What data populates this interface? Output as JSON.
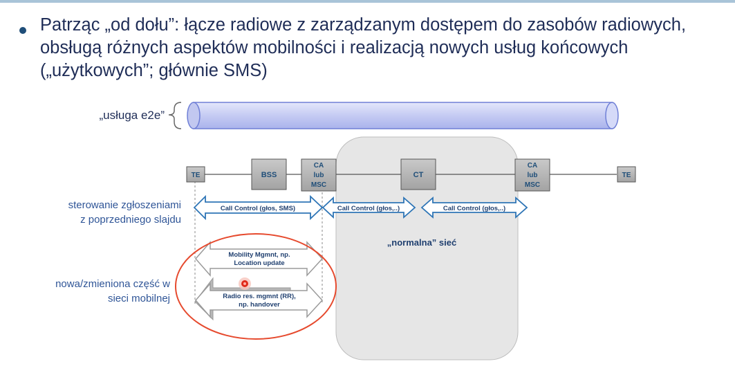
{
  "slide": {
    "bullet_text": "Patrząc „od dołu”: łącze radiowe z zarządzanym dostępem do zasobów radiowych, obsługą różnych aspektów mobilności i realizacją nowych usług końcowych („użytkowych”; głównie SMS)",
    "e2e_label": "„usługa e2e”",
    "call_control_label_line1": "sterowanie zgłoszeniami",
    "call_control_label_line2": "z poprzedniego slajdu",
    "mobile_part_label_line1": "nowa/zmieniona część w",
    "mobile_part_label_line2": "sieci mobilnej",
    "network_label": "„normalna” sieć"
  },
  "nodes": {
    "te_left": "TE",
    "bss": "BSS",
    "ca_left": [
      "CA",
      "lub",
      "MSC"
    ],
    "ct": "CT",
    "ca_right": [
      "CA",
      "lub",
      "MSC"
    ],
    "te_right": "TE"
  },
  "arrows": {
    "cc1": "Call Control (głos, SMS)",
    "cc2": "Call Control (głos,..)",
    "cc3": "Call Control (głos,..)",
    "mm_line1": "Mobility Mgmnt, np.",
    "mm_line2": "Location update",
    "rr_line1": "Radio res. mgmnt (RR),",
    "rr_line2": "np. handover"
  },
  "colors": {
    "title_text": "#1f2d57",
    "label_text": "#2f5597",
    "node_fill": "#b3b3b3",
    "node_text": "#1f4e79",
    "call_control_border": "#2e75b6",
    "tube_fill": "#c8cdf5",
    "network_cloud": "#e6e6e6",
    "highlight_ellipse": "#e64a2e"
  }
}
